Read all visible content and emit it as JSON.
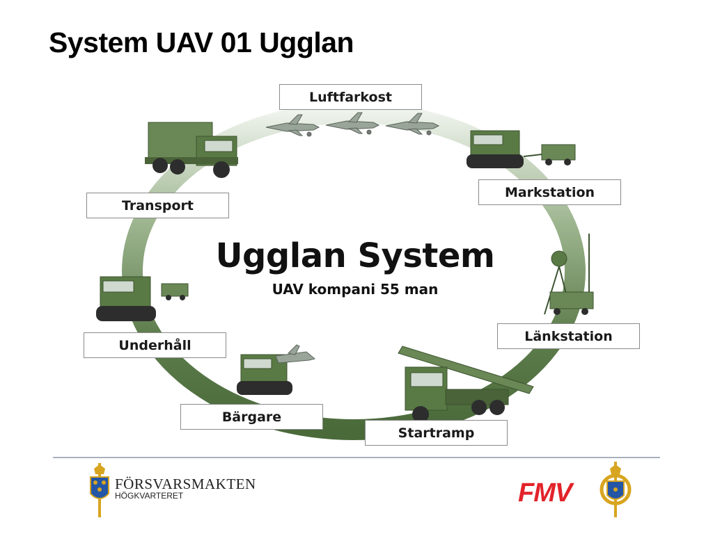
{
  "slide": {
    "title": "System UAV 01 Ugglan"
  },
  "diagram": {
    "center_title": "Ugglan System",
    "center_subtitle": "UAV kompani 55 man",
    "nodes": [
      {
        "id": "luftfarkost",
        "label": "Luftfarkost"
      },
      {
        "id": "markstation",
        "label": "Markstation"
      },
      {
        "id": "lankstation",
        "label": "Länkstation"
      },
      {
        "id": "startramp",
        "label": "Startramp"
      },
      {
        "id": "bargare",
        "label": "Bärgare"
      },
      {
        "id": "underhall",
        "label": "Underhåll"
      },
      {
        "id": "transport",
        "label": "Transport"
      }
    ]
  },
  "footer": {
    "left_logo_text": "FÖRSVARSMAKTEN",
    "left_logo_subtext": "HÖGKVARTERET",
    "right_logo_text": "FMV"
  },
  "colors": {
    "ring_dark": "#4f6e3e",
    "ring_light": "#e9efe6",
    "vehicle": "#5a7a45",
    "fmv_red": "#e2232a",
    "emblem_blue": "#2456a6",
    "emblem_gold": "#d8a520"
  }
}
